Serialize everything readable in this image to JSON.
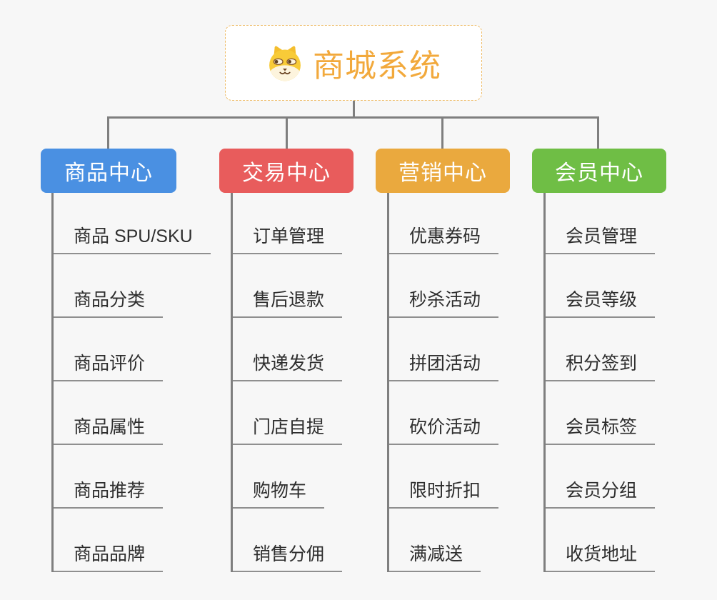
{
  "page": {
    "background": "#f7f7f7"
  },
  "root": {
    "title": "商城系统",
    "icon": "shiba-dog-icon",
    "text_color": "#f2a93c",
    "border_color": "#eebb66"
  },
  "colors": {
    "connector": "#7f7f7f",
    "underline": "#8f8f8f",
    "child_text": "#2e2e2e"
  },
  "branches": [
    {
      "label": "商品中心",
      "color": "#4a90e2",
      "children": [
        "商品 SPU/SKU",
        "商品分类",
        "商品评价",
        "商品属性",
        "商品推荐",
        "商品品牌"
      ]
    },
    {
      "label": "交易中心",
      "color": "#e85c5c",
      "children": [
        "订单管理",
        "售后退款",
        "快递发货",
        "门店自提",
        "购物车",
        "销售分佣"
      ]
    },
    {
      "label": "营销中心",
      "color": "#eaa93e",
      "children": [
        "优惠券码",
        "秒杀活动",
        "拼团活动",
        "砍价活动",
        "限时折扣",
        "满减送"
      ]
    },
    {
      "label": "会员中心",
      "color": "#6fbe45",
      "children": [
        "会员管理",
        "会员等级",
        "积分签到",
        "会员标签",
        "会员分组",
        "收货地址"
      ]
    }
  ]
}
